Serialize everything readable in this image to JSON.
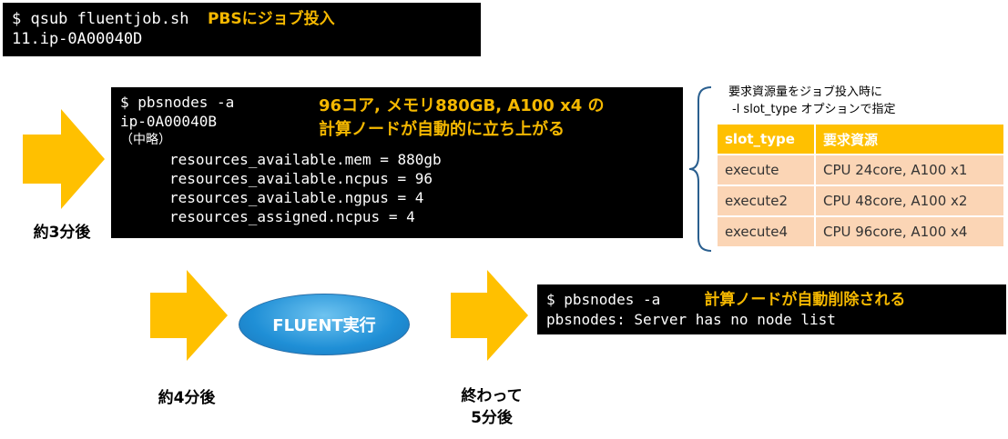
{
  "term1": {
    "cmd": "$ qsub fluentjob.sh",
    "note": "PBSにジョブ投入",
    "output": "11.ip-0A00040D"
  },
  "term2": {
    "cmd": "$ pbsnodes -a",
    "host": "ip-0A00040B",
    "omitted": "（中略）",
    "res": [
      "resources_available.mem = 880gb",
      "resources_available.ncpus = 96",
      "resources_available.ngpus = 4",
      "resources_assigned.ncpus = 4"
    ],
    "note_line1": "96コア, メモリ880GB, A100 x4 の",
    "note_line2": "計算ノードが自動的に立ち上がる"
  },
  "term3": {
    "cmd": "$ pbsnodes -a",
    "note": "計算ノードが自動削除される",
    "output": "pbsnodes: Server has no node list"
  },
  "side_note": {
    "line1": "要求資源量をジョブ投入時に",
    "line2": "-l slot_type オプションで指定"
  },
  "table": {
    "headers": [
      "slot_type",
      "要求資源"
    ],
    "rows": [
      [
        "execute",
        "CPU 24core, A100 x1"
      ],
      [
        "execute2",
        "CPU 48core, A100 x2"
      ],
      [
        "execute4",
        "CPU 96core, A100 x4"
      ]
    ]
  },
  "labels": {
    "after3": "約3分後",
    "after4": "約4分後",
    "done_line1": "終わって",
    "done_line2": "5分後"
  },
  "fluent_run": "FLUENT実行",
  "colors": {
    "arrow": "#ffc000",
    "note": "#f5b800",
    "terminal": "#000000"
  }
}
